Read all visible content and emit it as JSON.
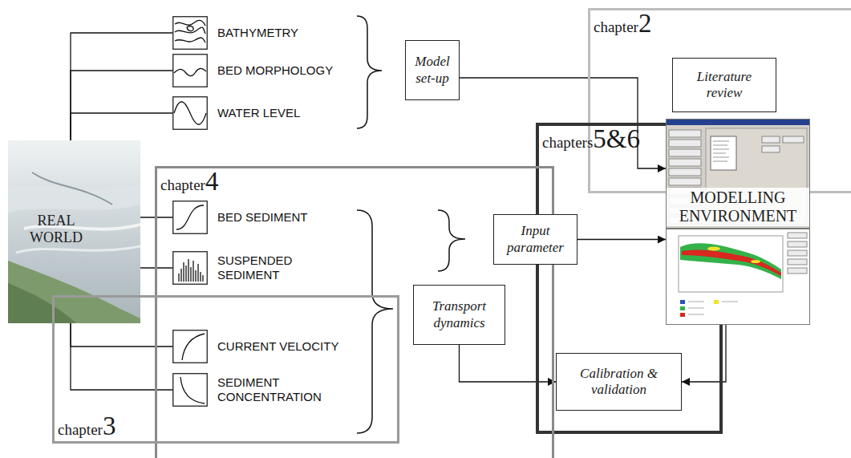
{
  "diagram": {
    "nodes": [
      {
        "text": [
          "BATHYMETRY"
        ]
      },
      {
        "text": [
          "BED MORPHOLOGY"
        ]
      },
      {
        "text": [
          "WATER LEVEL"
        ]
      },
      {
        "text": [
          "Model set-up"
        ]
      },
      {
        "text": [
          "chapter",
          "2"
        ]
      },
      {
        "text": [
          "Literature review"
        ],
        "in": 4
      },
      {
        "text": [
          "chapters",
          "5&6"
        ]
      },
      {
        "text": [
          "MODELLING ENVIRONMENT"
        ]
      },
      {
        "text": [
          "REAL WORLD"
        ]
      },
      {
        "text": [
          "chapter",
          "4"
        ]
      },
      {
        "text": [
          "BED SEDIMENT"
        ]
      },
      {
        "text": [
          "SUSPENDED SEDIMENT"
        ]
      },
      {
        "text": [
          "Input parameter"
        ]
      },
      {
        "text": [
          "Transport dynamics"
        ]
      },
      {
        "text": [
          "CURRENT VELOCITY"
        ]
      },
      {
        "text": [
          "SEDIMENT CONCENTRATION"
        ]
      },
      {
        "text": [
          "Calibration & validation"
        ],
        "in": 6
      },
      {
        "text": [
          "chapter",
          "3"
        ]
      }
    ],
    "edges": [
      {
        "from": 8,
        "to": 0,
        "arrow": "none"
      },
      {
        "from": 8,
        "to": 1,
        "arrow": "none"
      },
      {
        "from": 8,
        "to": 2,
        "arrow": "none"
      },
      {
        "from": 8,
        "to": 10,
        "arrow": "none"
      },
      {
        "from": 8,
        "to": 11,
        "arrow": "none"
      },
      {
        "from": 8,
        "to": 14,
        "arrow": "none"
      },
      {
        "from": 8,
        "to": 15,
        "arrow": "none"
      },
      {
        "from": 3,
        "to": 7,
        "arrow": "to"
      },
      {
        "from": 12,
        "to": 7,
        "arrow": "to"
      },
      {
        "from": 13,
        "to": 16,
        "arrow": "to"
      },
      {
        "from": 7,
        "to": 16,
        "arrow": "to"
      }
    ]
  }
}
